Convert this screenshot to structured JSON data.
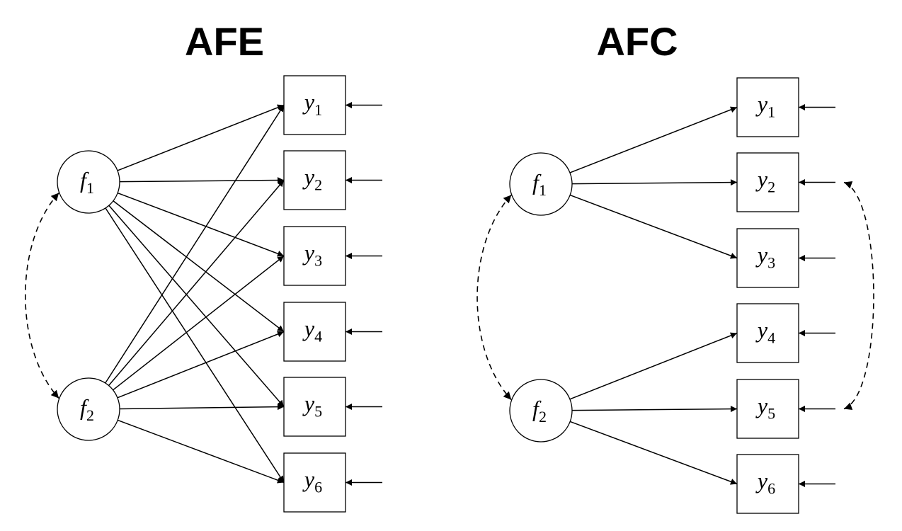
{
  "panels": [
    {
      "id": "afe",
      "title": "AFE",
      "factors": [
        {
          "id": "f1",
          "base": "f",
          "sub": "1"
        },
        {
          "id": "f2",
          "base": "f",
          "sub": "2"
        }
      ],
      "indicators": [
        {
          "id": "y1",
          "base": "y",
          "sub": "1"
        },
        {
          "id": "y2",
          "base": "y",
          "sub": "2"
        },
        {
          "id": "y3",
          "base": "y",
          "sub": "3"
        },
        {
          "id": "y4",
          "base": "y",
          "sub": "4"
        },
        {
          "id": "y5",
          "base": "y",
          "sub": "5"
        },
        {
          "id": "y6",
          "base": "y",
          "sub": "6"
        }
      ],
      "loadings": [
        {
          "from": "f1",
          "to": "y1"
        },
        {
          "from": "f1",
          "to": "y2"
        },
        {
          "from": "f1",
          "to": "y3"
        },
        {
          "from": "f1",
          "to": "y4"
        },
        {
          "from": "f1",
          "to": "y5"
        },
        {
          "from": "f1",
          "to": "y6"
        },
        {
          "from": "f2",
          "to": "y1"
        },
        {
          "from": "f2",
          "to": "y2"
        },
        {
          "from": "f2",
          "to": "y3"
        },
        {
          "from": "f2",
          "to": "y4"
        },
        {
          "from": "f2",
          "to": "y5"
        },
        {
          "from": "f2",
          "to": "y6"
        }
      ],
      "factor_covariance": {
        "between": [
          "f1",
          "f2"
        ],
        "style": "dashed"
      },
      "residual_covariances": []
    },
    {
      "id": "afc",
      "title": "AFC",
      "factors": [
        {
          "id": "f1",
          "base": "f",
          "sub": "1"
        },
        {
          "id": "f2",
          "base": "f",
          "sub": "2"
        }
      ],
      "indicators": [
        {
          "id": "y1",
          "base": "y",
          "sub": "1"
        },
        {
          "id": "y2",
          "base": "y",
          "sub": "2"
        },
        {
          "id": "y3",
          "base": "y",
          "sub": "3"
        },
        {
          "id": "y4",
          "base": "y",
          "sub": "4"
        },
        {
          "id": "y5",
          "base": "y",
          "sub": "5"
        },
        {
          "id": "y6",
          "base": "y",
          "sub": "6"
        }
      ],
      "loadings": [
        {
          "from": "f1",
          "to": "y1"
        },
        {
          "from": "f1",
          "to": "y2"
        },
        {
          "from": "f1",
          "to": "y3"
        },
        {
          "from": "f2",
          "to": "y4"
        },
        {
          "from": "f2",
          "to": "y5"
        },
        {
          "from": "f2",
          "to": "y6"
        }
      ],
      "factor_covariance": {
        "between": [
          "f1",
          "f2"
        ],
        "style": "dashed"
      },
      "residual_covariances": [
        {
          "between": [
            "y2",
            "y5"
          ],
          "style": "dashed"
        }
      ]
    }
  ],
  "colors": {
    "stroke": "#000000",
    "background": "#ffffff"
  }
}
